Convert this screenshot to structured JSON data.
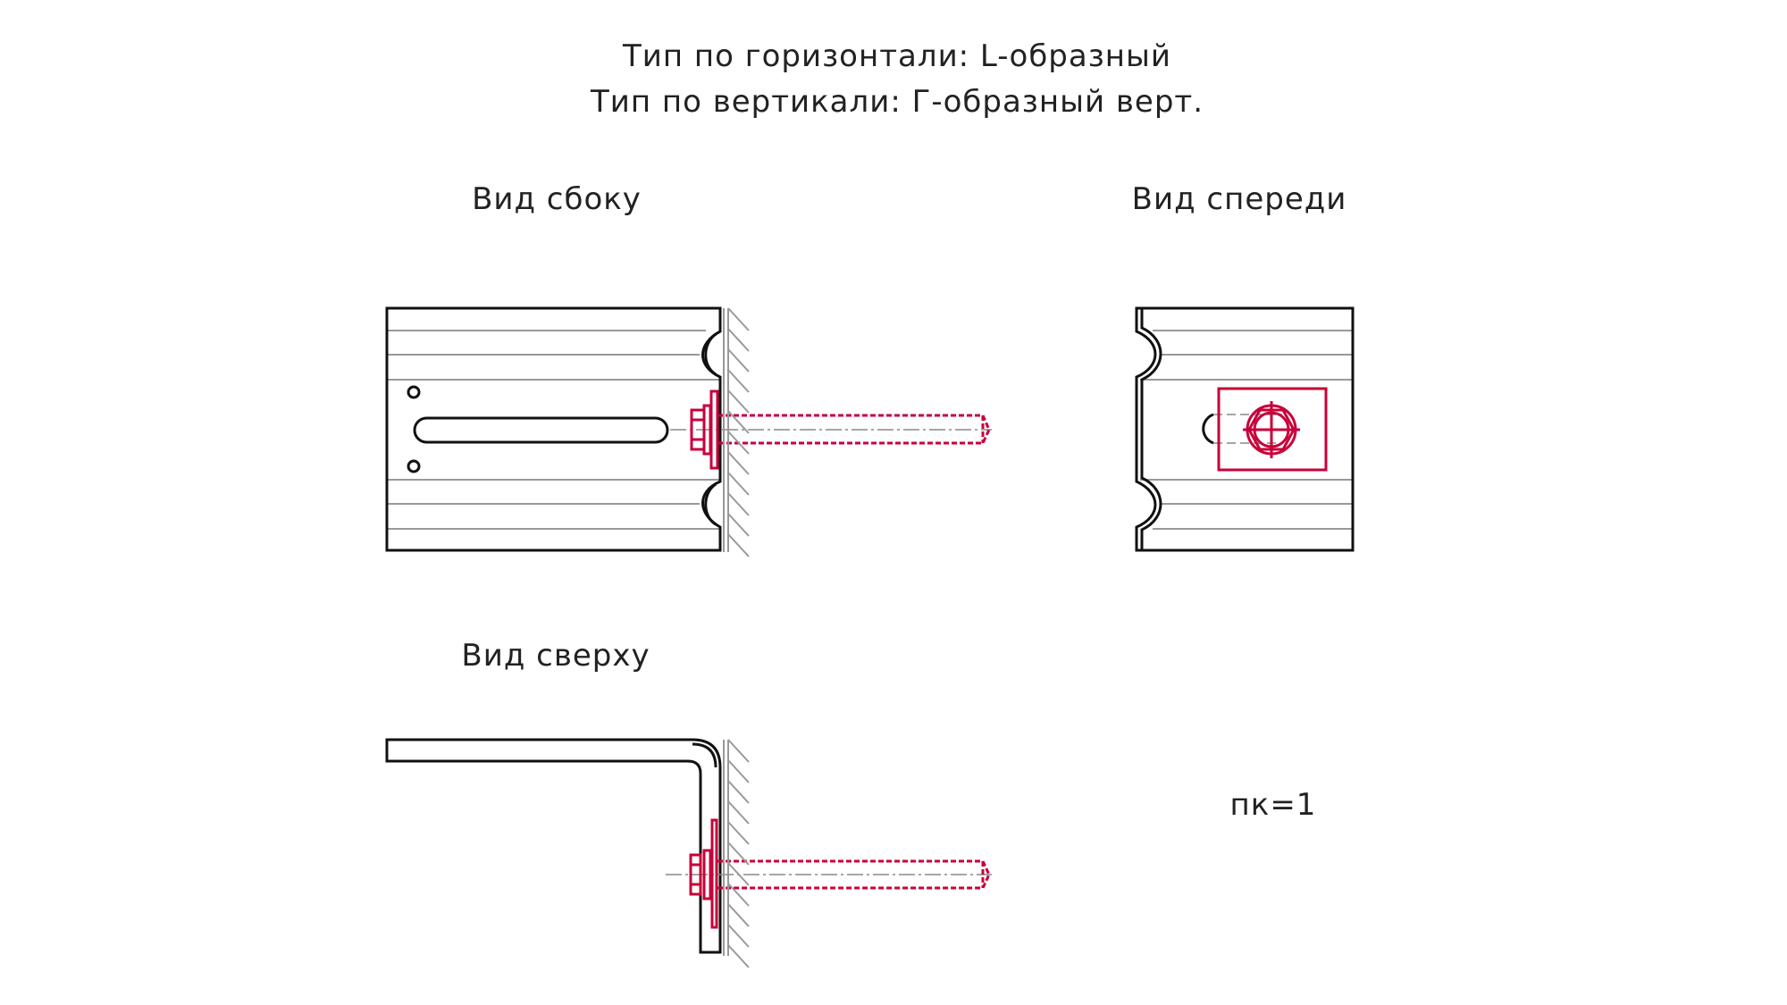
{
  "header": {
    "line1": "Тип по горизонтали: L-образный",
    "line2": "Тип по вертикали: Г-образный верт."
  },
  "views": {
    "side": "Вид сбоку",
    "front": "Вид спереди",
    "top": "Вид сверху"
  },
  "note": "пк=1",
  "colors": {
    "fastener": "#c8003a",
    "outline": "#111111",
    "wall": "#999999"
  }
}
